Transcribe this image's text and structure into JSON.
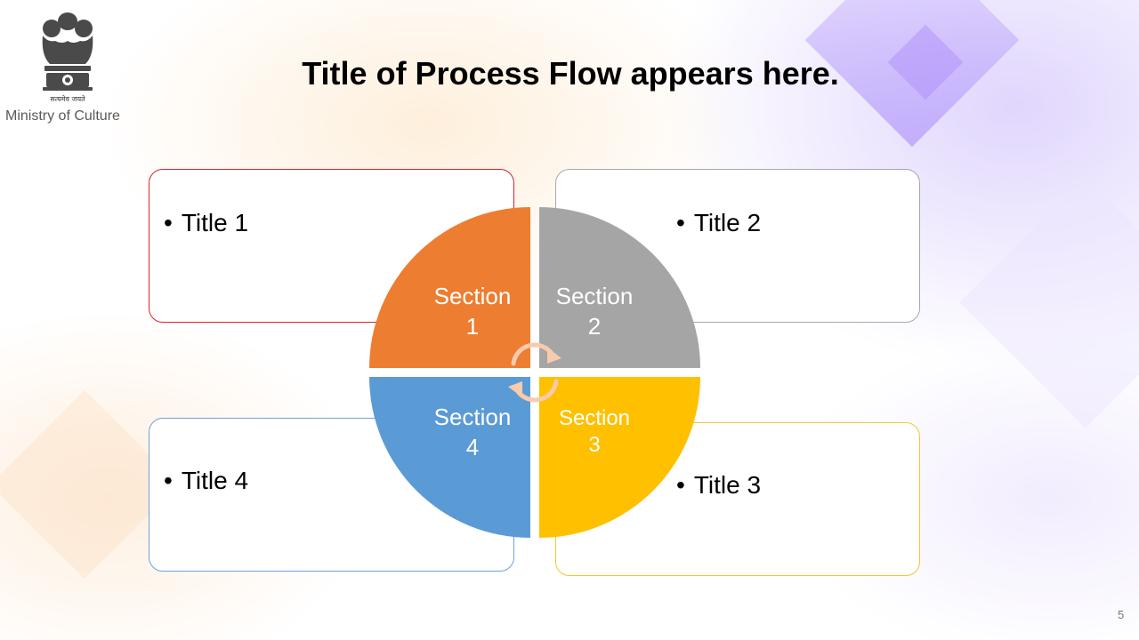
{
  "header": {
    "emblem_motto": "सत्यमेव जयते",
    "organization": "Ministry of Culture"
  },
  "title": "Title of Process Flow appears here.",
  "diagram": {
    "sections": [
      {
        "line1": "Section",
        "line2": "1",
        "color": "#ED7D31"
      },
      {
        "line1": "Section",
        "line2": "2",
        "color": "#A5A5A5"
      },
      {
        "line1": "Section",
        "line2": "3",
        "color": "#FFC000"
      },
      {
        "line1": "Section",
        "line2": "4",
        "color": "#5B9BD5"
      }
    ],
    "titles": [
      "Title 1",
      "Title 2",
      "Title 3",
      "Title 4"
    ],
    "box_borders": [
      "#E0202A",
      "#A8A8B0",
      "#F2C832",
      "#6FA0DA"
    ],
    "cycle_arrow_color": "#F8CBAD"
  },
  "page_number": "5"
}
